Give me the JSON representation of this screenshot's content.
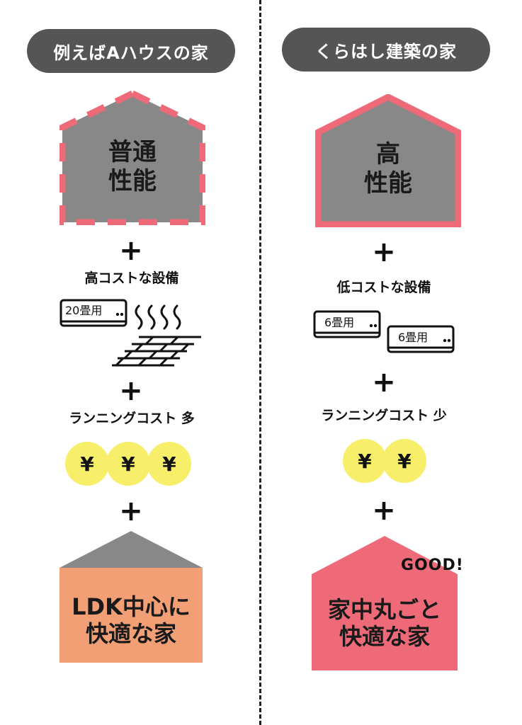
{
  "left": {
    "heading": "例えばAハウスの家",
    "house_text_line1": "普通",
    "house_text_line2": "性能",
    "plus": "+",
    "equipment_label": "高コストな設備",
    "ac_label": "20畳用",
    "running_cost_label": "ランニングコスト 多",
    "coins": [
      "¥",
      "¥",
      "¥"
    ],
    "result_line1": "LDK中心に",
    "result_line2": "快適な家"
  },
  "right": {
    "heading": "くらはし建築の家",
    "house_text_line1": "高",
    "house_text_line2": "性能",
    "plus": "+",
    "equipment_label": "低コストな設備",
    "ac_labels": [
      "6畳用",
      "6畳用"
    ],
    "running_cost_label": "ランニングコスト 少",
    "coins": [
      "¥",
      "¥"
    ],
    "result_line1": "家中丸ごと",
    "result_line2": "快適な家",
    "good_label": "GOOD!"
  },
  "colors": {
    "pill_bg": "#555555",
    "house_gray": "#888888",
    "accent_pink": "#ee6a78",
    "orange": "#f29f76",
    "coin_yellow": "#f7ef6a"
  }
}
